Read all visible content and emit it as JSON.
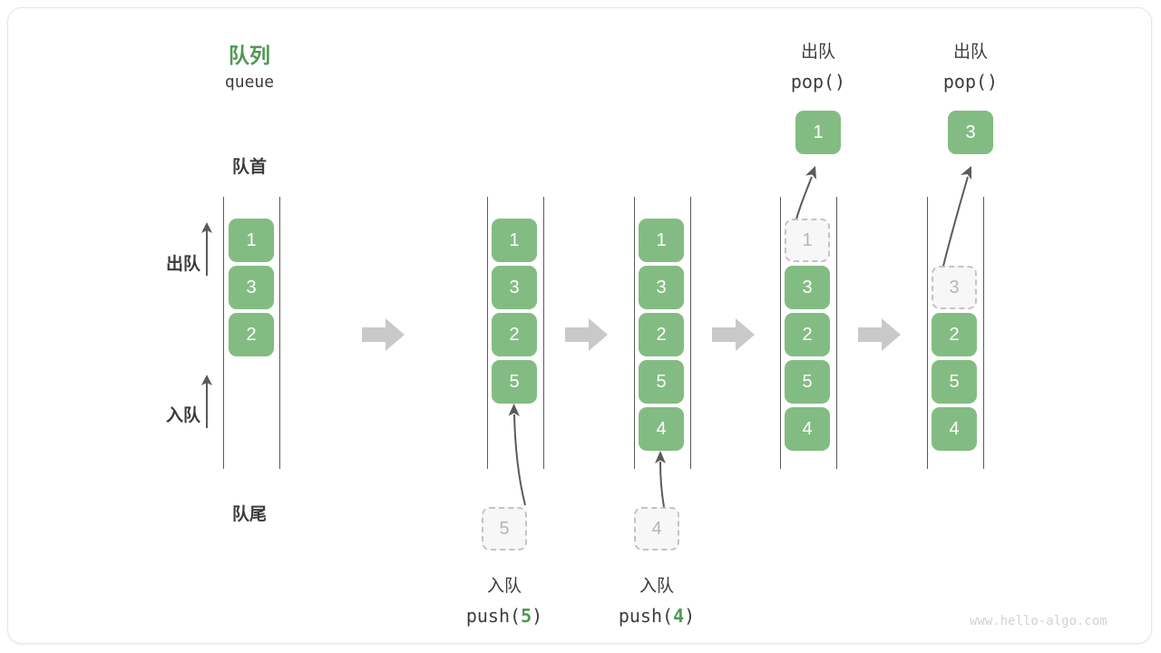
{
  "diagram": {
    "title_cn": "队列",
    "title_en": "queue",
    "front_label": "队首",
    "rear_label": "队尾",
    "dequeue_label": "出队",
    "enqueue_label": "入队",
    "watermark": "www.hello-algo.com",
    "accent_color": "#4e9a51",
    "cell_color": "#83bc82",
    "ghost_color": "#b6b6b6",
    "arrow_color": "#c9c9c9"
  },
  "stages": [
    {
      "id": "initial",
      "cells": [
        "1",
        "3",
        "2"
      ],
      "ghost_index": -1,
      "caption_cn": "",
      "caption_code": ""
    },
    {
      "id": "push-5",
      "cells": [
        "1",
        "3",
        "2",
        "5"
      ],
      "ghost_index": -1,
      "incoming": "5",
      "caption_cn": "入队",
      "caption_code_prefix": "push(",
      "caption_code_value": "5",
      "caption_code_suffix": ")"
    },
    {
      "id": "push-4",
      "cells": [
        "1",
        "3",
        "2",
        "5",
        "4"
      ],
      "ghost_index": -1,
      "incoming": "4",
      "caption_cn": "入队",
      "caption_code_prefix": "push(",
      "caption_code_value": "4",
      "caption_code_suffix": ")"
    },
    {
      "id": "pop-1",
      "cells": [
        "1",
        "3",
        "2",
        "5",
        "4"
      ],
      "ghost_index": 0,
      "popped": "1",
      "caption_cn": "出队",
      "caption_code": "pop()"
    },
    {
      "id": "pop-3",
      "cells": [
        "",
        "3",
        "2",
        "5",
        "4"
      ],
      "ghost_index": 1,
      "popped": "3",
      "caption_cn": "出队",
      "caption_code": "pop()"
    }
  ],
  "cells": {
    "s1_c0": "1",
    "s1_c1": "3",
    "s1_c2": "2",
    "s2_c0": "1",
    "s2_c1": "3",
    "s2_c2": "2",
    "s2_c3": "5",
    "s3_c0": "1",
    "s3_c1": "3",
    "s3_c2": "2",
    "s3_c3": "5",
    "s3_c4": "4",
    "s4_c0": "1",
    "s4_c1": "3",
    "s4_c2": "2",
    "s4_c3": "5",
    "s4_c4": "4",
    "s5_c1": "3",
    "s5_c2": "2",
    "s5_c3": "5",
    "s5_c4": "4",
    "ghost_push5": "5",
    "ghost_push4": "4",
    "popped_1": "1",
    "popped_3": "3"
  },
  "captions": {
    "push5_cn": "入队",
    "push5_pre": "push(",
    "push5_val": "5",
    "push5_post": ")",
    "push4_cn": "入队",
    "push4_pre": "push(",
    "push4_val": "4",
    "push4_post": ")",
    "pop1_cn": "出队",
    "pop1_code": "pop()",
    "pop3_cn": "出队",
    "pop3_code": "pop()"
  }
}
